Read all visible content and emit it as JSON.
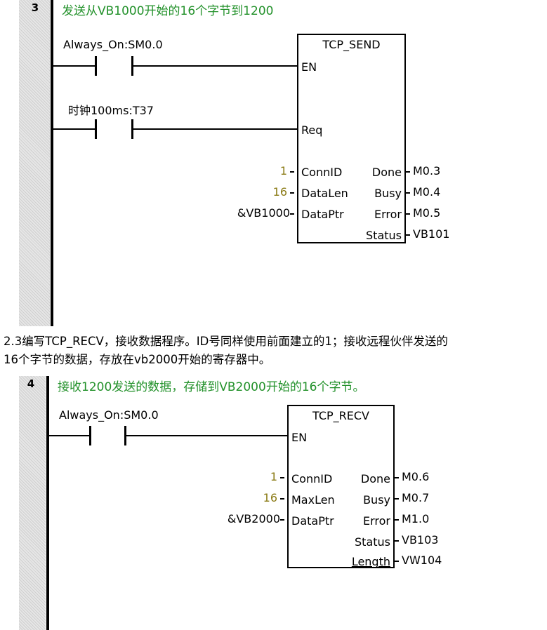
{
  "network3": {
    "number": "3",
    "comment": "发送从VB1000开始的16个字节到1200",
    "contact1_label": "Always_On:SM0.0",
    "contact2_label": "时钟100ms:T37",
    "block": {
      "title": "TCP_SEND",
      "en": "EN",
      "req": "Req",
      "inputs": [
        {
          "pin": "ConnID",
          "value": "1"
        },
        {
          "pin": "DataLen",
          "value": "16"
        },
        {
          "pin": "DataPtr",
          "value": "&VB1000"
        }
      ],
      "outputs": [
        {
          "pin": "Done",
          "value": "M0.3"
        },
        {
          "pin": "Busy",
          "value": "M0.4"
        },
        {
          "pin": "Error",
          "value": "M0.5"
        },
        {
          "pin": "Status",
          "value": "VB101"
        }
      ]
    }
  },
  "paragraph": {
    "line1": "2.3编写TCP_RECV，接收数据程序。ID号同样使用前面建立的1；接收远程伙伴发送的",
    "line2": "16个字节的数据，存放在vb2000开始的寄存器中。"
  },
  "network4": {
    "number": "4",
    "comment": "接收1200发送的数据，存储到VB2000开始的16个字节。",
    "contact1_label": "Always_On:SM0.0",
    "block": {
      "title": "TCP_RECV",
      "en": "EN",
      "inputs": [
        {
          "pin": "ConnID",
          "value": "1"
        },
        {
          "pin": "MaxLen",
          "value": "16"
        },
        {
          "pin": "DataPtr",
          "value": "&VB2000"
        }
      ],
      "outputs": [
        {
          "pin": "Done",
          "value": "M0.6"
        },
        {
          "pin": "Busy",
          "value": "M0.7"
        },
        {
          "pin": "Error",
          "value": "M1.0"
        },
        {
          "pin": "Status",
          "value": "VB103"
        },
        {
          "pin": "Length",
          "value": "VW104"
        }
      ]
    }
  }
}
